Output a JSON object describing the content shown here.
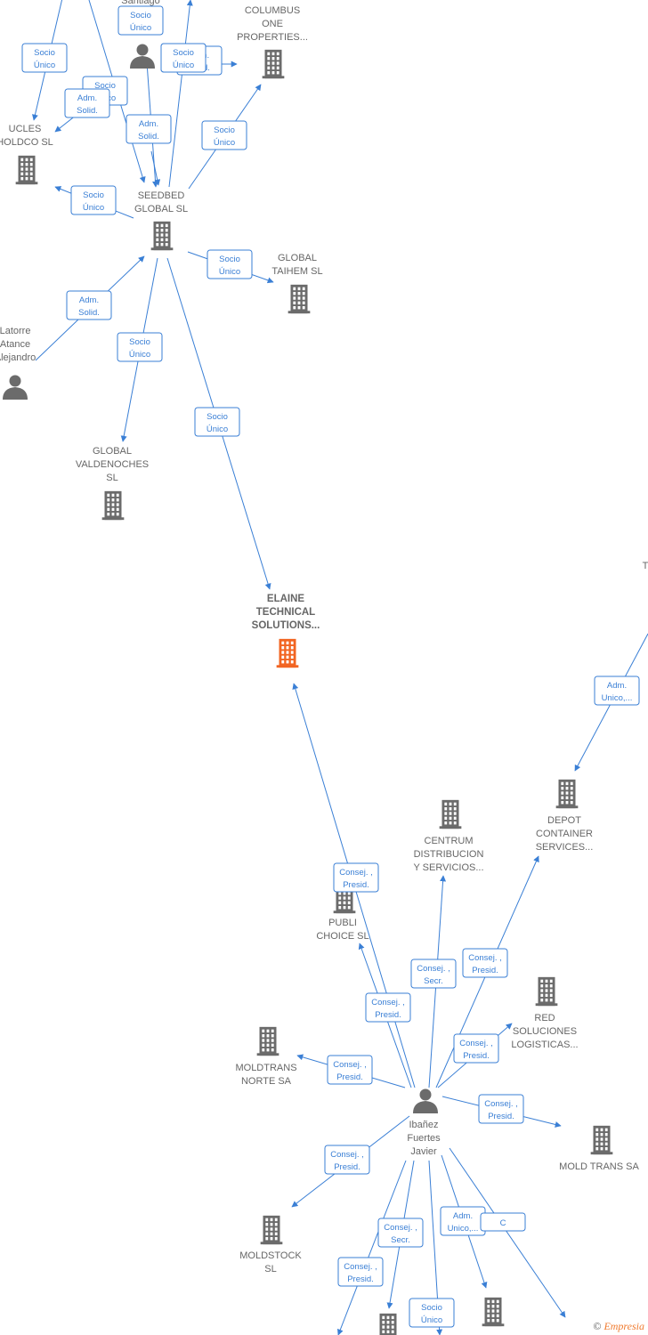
{
  "nodes": [
    {
      "id": "santiago",
      "type": "person",
      "label": [
        "Santiago"
      ]
    },
    {
      "id": "columbus",
      "type": "company",
      "label": [
        "COLUMBUS",
        "ONE",
        "PROPERTIES..."
      ]
    },
    {
      "id": "ucles",
      "type": "company",
      "label": [
        "UCLES",
        "HOLDCO  SL"
      ]
    },
    {
      "id": "seedbed",
      "type": "company",
      "label": [
        "SEEDBED",
        "GLOBAL  SL"
      ]
    },
    {
      "id": "taihem",
      "type": "company",
      "label": [
        "GLOBAL",
        "TAIHEM SL"
      ]
    },
    {
      "id": "latorre",
      "type": "person",
      "label": [
        "Latorre",
        "Atance",
        "Alejandro"
      ]
    },
    {
      "id": "valdenoches",
      "type": "company",
      "label": [
        "GLOBAL",
        "VALDENOCHES",
        "SL"
      ]
    },
    {
      "id": "elaine",
      "type": "focus",
      "label": [
        "ELAINE",
        "TECHNICAL",
        "SOLUTIONS..."
      ]
    },
    {
      "id": "t_right",
      "type": "text",
      "label": [
        "T"
      ]
    },
    {
      "id": "depot",
      "type": "company",
      "label": [
        "DEPOT",
        "CONTAINER",
        "SERVICES..."
      ]
    },
    {
      "id": "centrum",
      "type": "company",
      "label": [
        "CENTRUM",
        "DISTRIBUCION",
        "Y SERVICIOS..."
      ]
    },
    {
      "id": "publi",
      "type": "company",
      "label": [
        "PUBLI",
        "CHOICE  SL"
      ]
    },
    {
      "id": "red",
      "type": "company",
      "label": [
        "RED",
        "SOLUCIONES",
        "LOGISTICAS..."
      ]
    },
    {
      "id": "moldtrans_norte",
      "type": "company",
      "label": [
        "MOLDTRANS",
        "NORTE SA"
      ]
    },
    {
      "id": "ibanez",
      "type": "person",
      "label": [
        "Ibañez",
        "Fuertes",
        "Javier"
      ]
    },
    {
      "id": "moldtrans",
      "type": "company",
      "label": [
        "MOLD TRANS SA"
      ]
    },
    {
      "id": "moldstock",
      "type": "company",
      "label": [
        "MOLDSTOCK",
        "SL"
      ]
    },
    {
      "id": "b_bottom1",
      "type": "company",
      "label": []
    },
    {
      "id": "b_bottom2",
      "type": "company",
      "label": []
    }
  ],
  "edges": [
    {
      "badge": [
        "Socio",
        "Único"
      ]
    },
    {
      "badge": [
        "Socio",
        "Único"
      ]
    },
    {
      "badge": [
        "Adm.",
        "Solid."
      ]
    },
    {
      "badge": [
        "Socio",
        "Único"
      ]
    },
    {
      "badge": [
        "Adm.",
        "Solid."
      ]
    },
    {
      "badge": [
        "Socio",
        "Único"
      ]
    },
    {
      "badge": [
        "Adm.",
        "Solid."
      ]
    },
    {
      "badge": [
        "Socio",
        "Único"
      ]
    },
    {
      "badge": [
        "Socio",
        "Único"
      ]
    },
    {
      "badge": [
        "Socio",
        "Único"
      ]
    },
    {
      "badge": [
        "Adm.",
        "Solid."
      ]
    },
    {
      "badge": [
        "Socio",
        "Único"
      ]
    },
    {
      "badge": [
        "Socio",
        "Único"
      ]
    },
    {
      "badge": [
        "Socio",
        "Único"
      ]
    },
    {
      "badge": [
        "Adm.",
        "Unico,..."
      ]
    },
    {
      "badge": [
        "Consej. ,",
        "Presid."
      ]
    },
    {
      "badge": [
        "Consej. ,",
        "Secr."
      ]
    },
    {
      "badge": [
        "Consej. ,",
        "Presid."
      ]
    },
    {
      "badge": [
        "Consej. ,",
        "Presid."
      ]
    },
    {
      "badge": [
        "Consej. ,",
        "Presid."
      ]
    },
    {
      "badge": [
        "Consej. ,",
        "Presid."
      ]
    },
    {
      "badge": [
        "Consej. ,",
        "Presid."
      ]
    },
    {
      "badge": [
        "Consej. ,",
        "Presid."
      ]
    },
    {
      "badge": [
        "Consej. ,",
        "Secr."
      ]
    },
    {
      "badge": [
        "Consej. ,",
        "Presid."
      ]
    },
    {
      "badge": [
        "Adm.",
        "Unico,..."
      ]
    },
    {
      "badge": [
        "C"
      ]
    },
    {
      "badge": [
        "Socio",
        "Único"
      ]
    }
  ],
  "colors": {
    "edge": "#3a7fd5",
    "icon": "#6b6b6b",
    "focus": "#f26522"
  },
  "footer": {
    "symbol": "©",
    "brand": "Empresia"
  }
}
